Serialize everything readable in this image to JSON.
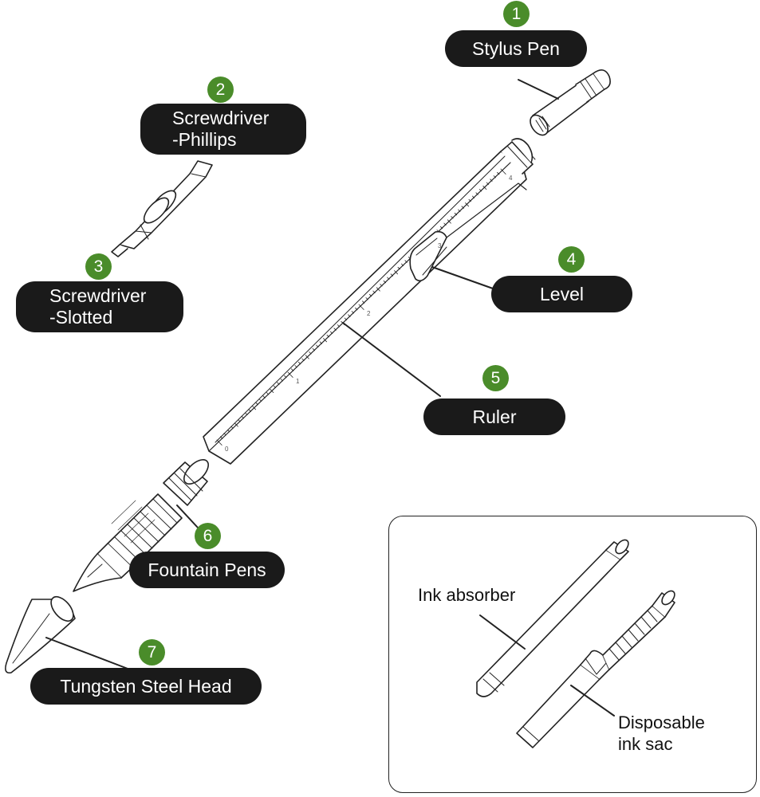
{
  "callouts": [
    {
      "number": "1",
      "label": "Stylus Pen"
    },
    {
      "number": "2",
      "label_line1": "Screwdriver",
      "label_line2": "-Phillips"
    },
    {
      "number": "3",
      "label_line1": "Screwdriver",
      "label_line2": "-Slotted"
    },
    {
      "number": "4",
      "label": "Level"
    },
    {
      "number": "5",
      "label": "Ruler"
    },
    {
      "number": "6",
      "label": "Fountain Pens"
    },
    {
      "number": "7",
      "label": "Tungsten Steel Head"
    }
  ],
  "inset": {
    "ink_absorber": "Ink absorber",
    "ink_sac_line1": "Disposable",
    "ink_sac_line2": "ink sac"
  },
  "ruler_ticks": [
    "0",
    "1",
    "2",
    "3",
    "4"
  ],
  "colors": {
    "badge": "#4a8c2a",
    "label_bg": "#1a1a1a",
    "stroke": "#222222"
  }
}
